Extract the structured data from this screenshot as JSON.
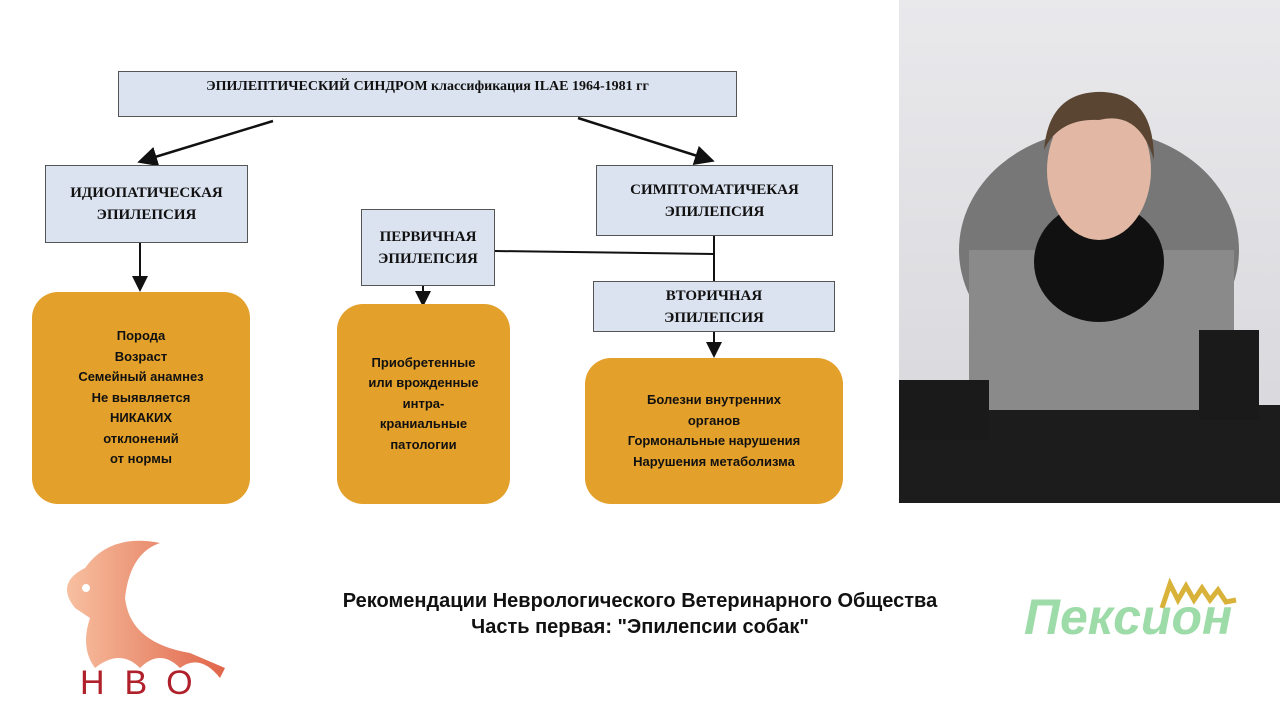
{
  "diagram": {
    "title": "ЭПИЛЕПТИЧЕСКИЙ СИНДРОМ классификация ILAE 1964-1981 гг",
    "idiopathic": [
      "ИДИОПАТИЧЕСКАЯ",
      "ЭПИЛЕПСИЯ"
    ],
    "symptomatic": [
      "СИМПТОМАТИЧЕКАЯ",
      "ЭПИЛЕПСИЯ"
    ],
    "primary": [
      "ПЕРВИЧНАЯ",
      "ЭПИЛЕПСИЯ"
    ],
    "secondary": [
      "ВТОРИЧНАЯ",
      "ЭПИЛЕПСИЯ"
    ],
    "idiopathic_notes": [
      "Порода",
      "Возраст",
      "Семейный анамнез",
      "Не выявляется",
      "НИКАКИХ",
      "отклонений",
      "от нормы"
    ],
    "primary_notes": [
      "Приобретенные",
      "или врожденные",
      "интра-",
      "краниальные",
      "патологии"
    ],
    "secondary_notes": [
      "Болезни внутренних",
      "органов",
      "Гормональные нарушения",
      "Нарушения метаболизма"
    ]
  },
  "caption": [
    "Рекомендации Неврологического Ветеринарного Общества",
    "Часть первая: \"Эпилепсии собак\""
  ],
  "logos": {
    "left": "НВО",
    "right": "Пексион"
  },
  "colors": {
    "box": "#dce3f0",
    "orange": "#e3a02a",
    "nvo": "#b0202a",
    "pexion_green": "#9ddba8",
    "pexion_gold": "#d9b23a"
  }
}
